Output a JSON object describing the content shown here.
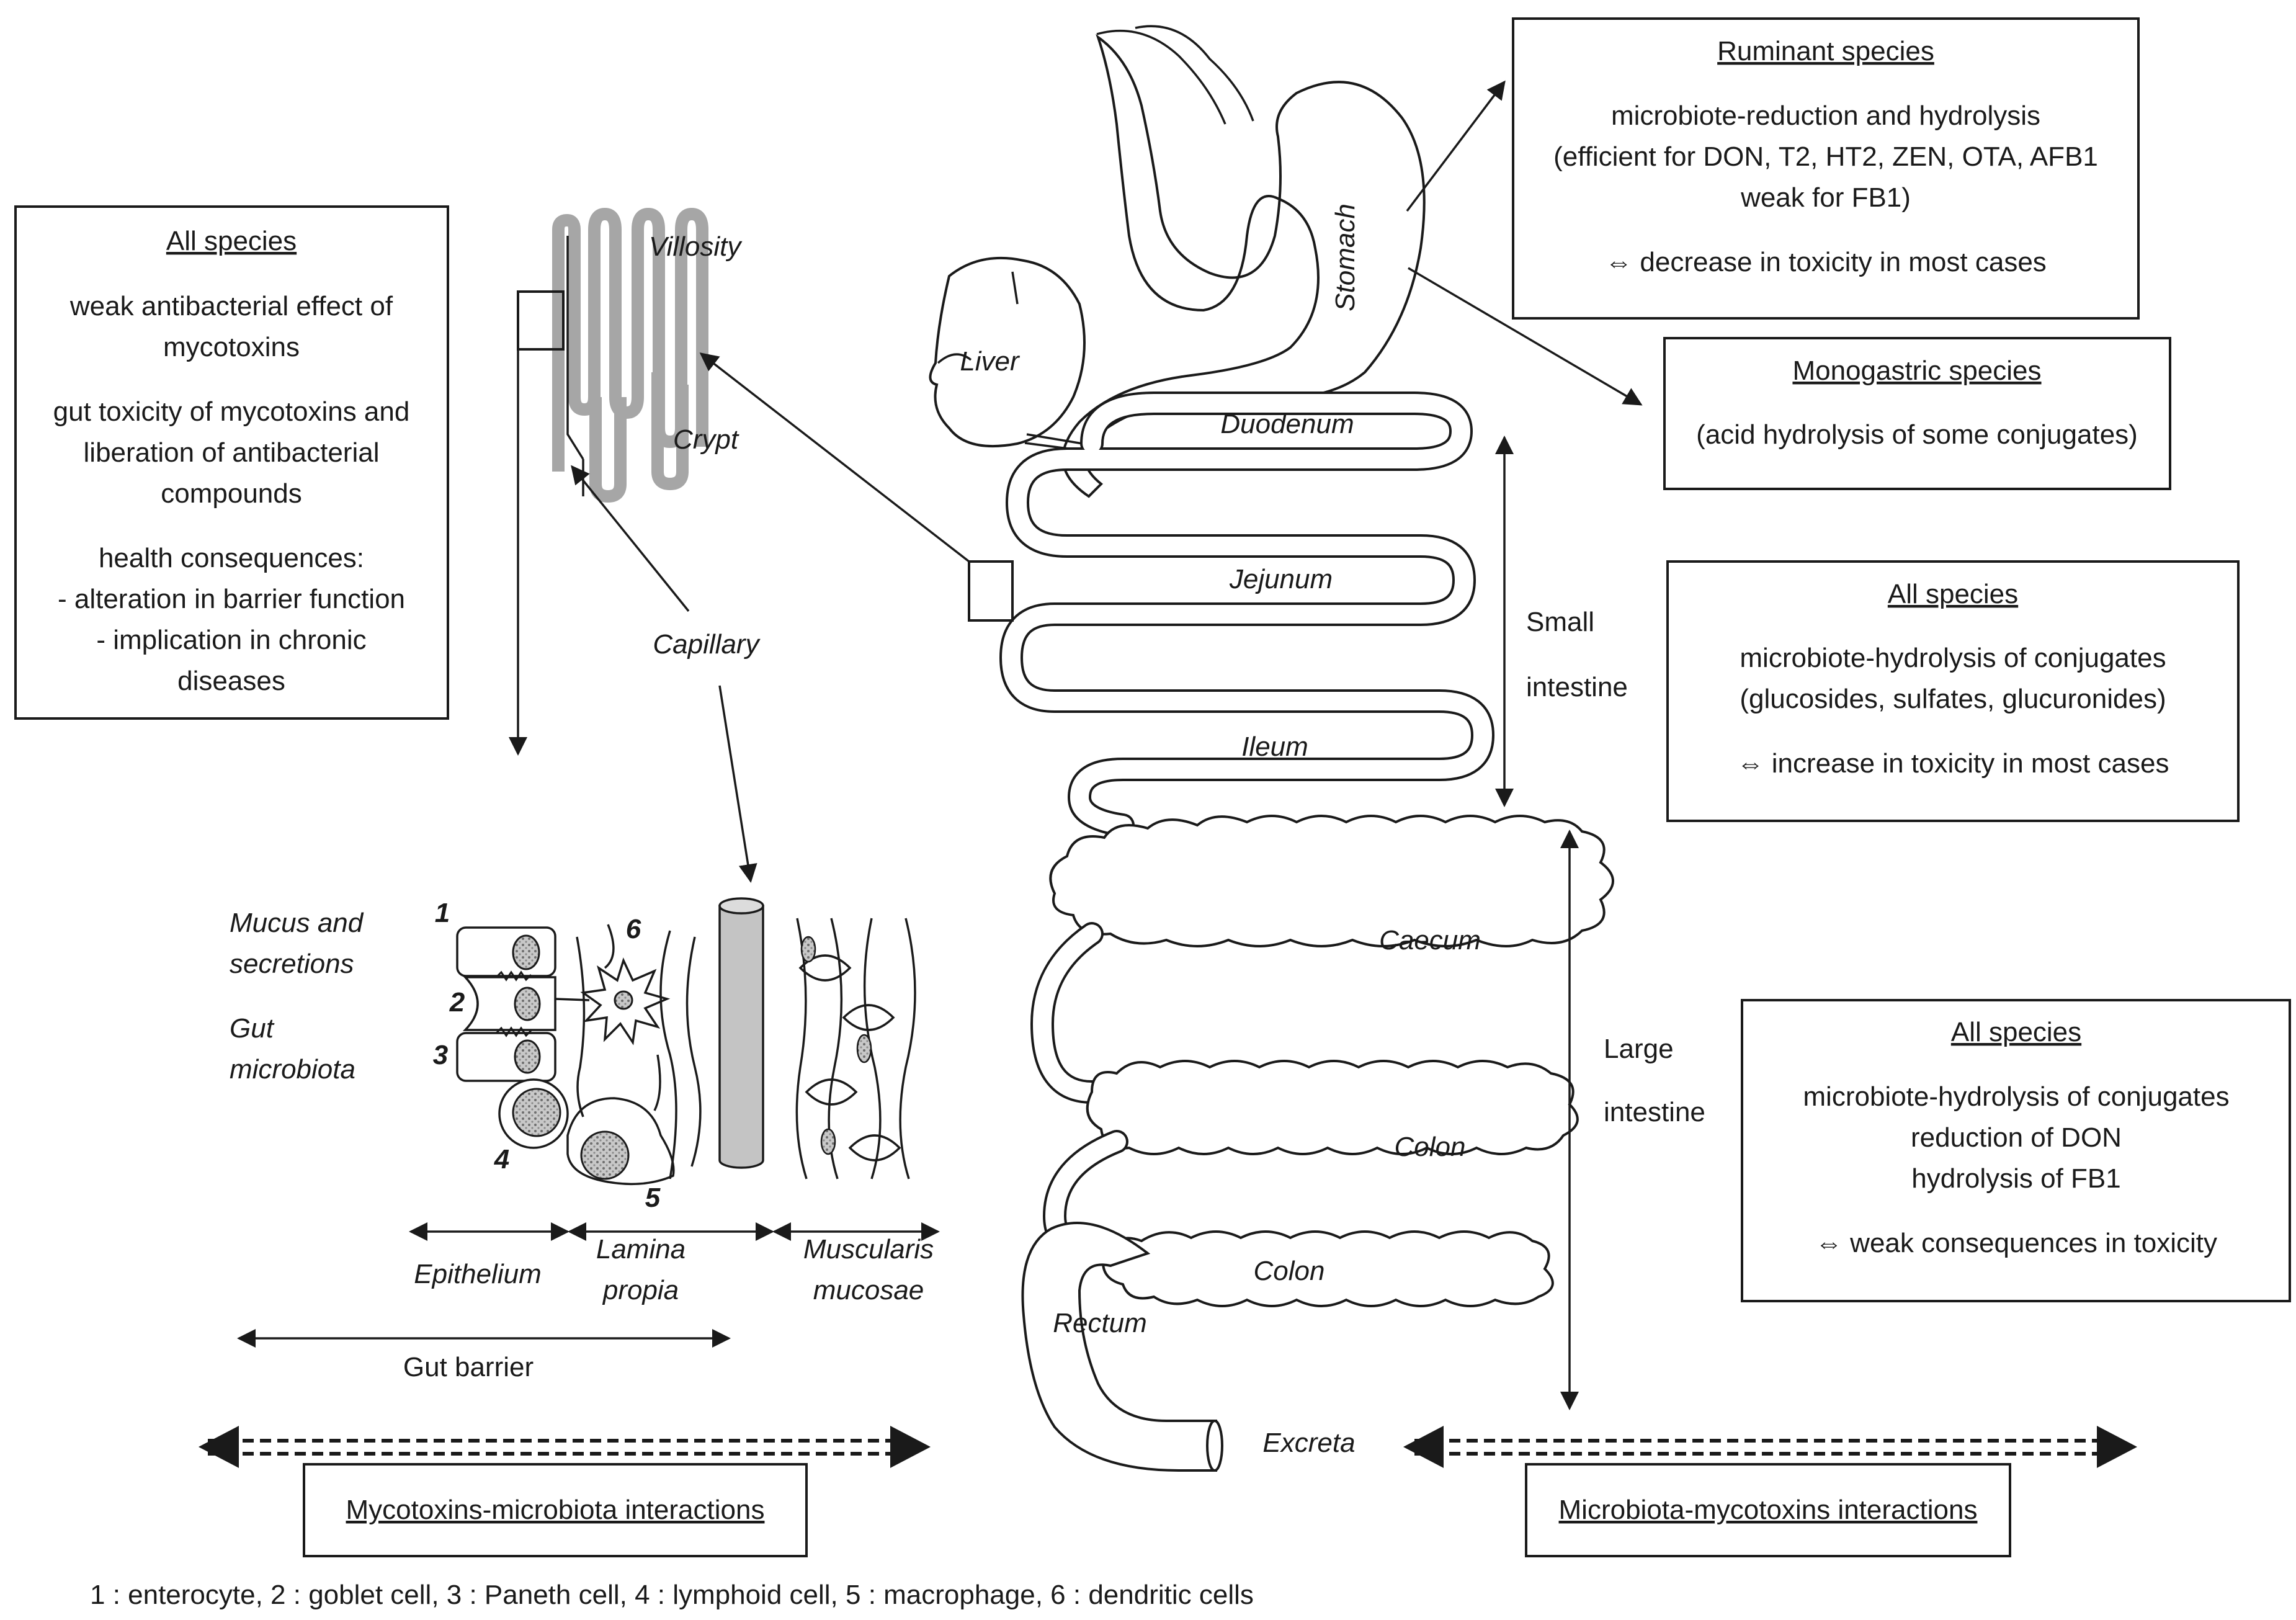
{
  "boxes": {
    "left": {
      "title": "All species",
      "lines": [
        "weak antibacterial effect of",
        "mycotoxins",
        "gut toxicity of mycotoxins and",
        "liberation of antibacterial",
        "compounds",
        "health consequences:",
        "- alteration in barrier function",
        "- implication in chronic",
        "diseases"
      ]
    },
    "ruminant": {
      "title": "Ruminant species",
      "lines": [
        "microbiote-reduction and hydrolysis",
        "(efficient for DON, T2, HT2, ZEN, OTA, AFB1",
        "weak for FB1)",
        "⇔ decrease in toxicity in most cases"
      ]
    },
    "monogastric": {
      "title": "Monogastric species",
      "lines": [
        "(acid hydrolysis of some conjugates)"
      ]
    },
    "small": {
      "title": "All species",
      "lines": [
        "microbiote-hydrolysis of conjugates",
        "(glucosides, sulfates, glucuronides)",
        "⇔ increase in toxicity in most cases"
      ]
    },
    "large": {
      "title": "All species",
      "lines": [
        "microbiote-hydrolysis of conjugates",
        "reduction of DON",
        "hydrolysis of FB1",
        "⇔ weak consequences in toxicity"
      ]
    },
    "myco_micro": {
      "title": "Mycotoxins-microbiota interactions"
    },
    "micro_myco": {
      "title": "Microbiota-mycotoxins interactions"
    }
  },
  "organs": {
    "stomach": "Stomach",
    "liver": "Liver",
    "duodenum": "Duodenum",
    "jejunum": "Jejunum",
    "ileum": "Ileum",
    "caecum": "Caecum",
    "colon_1": "Colon",
    "colon_2": "Colon",
    "rectum": "Rectum",
    "excreta": "Excreta"
  },
  "regions": {
    "small_1": "Small",
    "small_2": "intestine",
    "large_1": "Large",
    "large_2": "intestine"
  },
  "villus": {
    "villosity": "Villosity",
    "crypt": "Crypt",
    "capillary": "Capillary"
  },
  "tissue": {
    "mucus_1": "Mucus and",
    "mucus_2": "secretions",
    "microbiota_1": "Gut",
    "microbiota_2": "microbiota",
    "epithelium": "Epithelium",
    "lamina_1": "Lamina",
    "lamina_2": "propia",
    "muscularis_1": "Muscularis",
    "muscularis_2": "mucosae",
    "gut_barrier": "Gut barrier",
    "cell_numbers": [
      "1",
      "2",
      "3",
      "4",
      "5",
      "6"
    ]
  },
  "legend": "1 : enterocyte, 2 : goblet cell, 3 : Paneth cell, 4 : lymphoid cell, 5 : macrophage, 6 : dendritic cells",
  "colors": {
    "line": "#1a1a1a",
    "villus_gray": "#a6a6a6",
    "capillary_fill": "#c4c4c4",
    "nucleus_fill": "#b0b0b0"
  }
}
